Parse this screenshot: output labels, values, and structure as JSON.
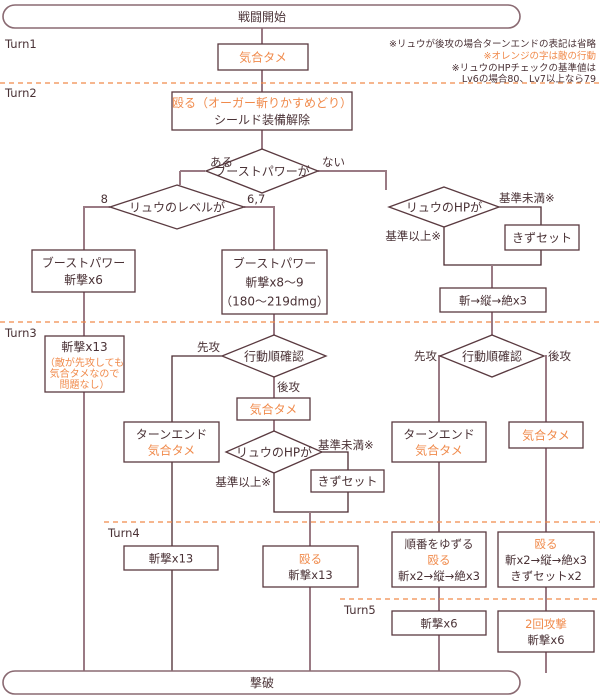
{
  "colors": {
    "line": "#9a7a84",
    "box_border": "#5a3a40",
    "text": "#4a3236",
    "enemy_action": "#f08a4b",
    "turn_divider": "#f08a4b"
  },
  "terminals": {
    "start": "戦闘開始",
    "end": "撃破"
  },
  "notes": [
    {
      "text": "※リュウが後攻の場合ターンエンドの表記は省略",
      "color": "dark"
    },
    {
      "text": "※オレンジの字は敵の行動",
      "color": "orange"
    },
    {
      "text": "※リュウのHPチェックの基準値は",
      "color": "dark"
    },
    {
      "text": "Lv6の場合80、Lv7以上なら79",
      "color": "dark"
    }
  ],
  "turns": [
    "Turn1",
    "Turn2",
    "Turn3",
    "Turn4",
    "Turn5"
  ],
  "nodes": {
    "t1_charge": {
      "lines": [
        {
          "text": "気合タメ",
          "color": "orange"
        }
      ]
    },
    "t2_attack": {
      "lines": [
        {
          "text": "殴る（オーガー斬りかすめどり）",
          "color": "orange"
        },
        {
          "text": "シールド装備解除",
          "color": "dark"
        }
      ]
    },
    "boost_decision": {
      "text": "ブーストパワーが"
    },
    "level_decision": {
      "text": "リュウのレベルが"
    },
    "hp_decision_a": {
      "text": "リュウのHPが"
    },
    "boost_lv8": {
      "lines": [
        {
          "text": "ブーストパワー",
          "color": "dark"
        },
        {
          "text": "斬撃x6",
          "color": "dark"
        }
      ]
    },
    "boost_lv67": {
      "lines": [
        {
          "text": "ブーストパワー",
          "color": "dark"
        },
        {
          "text": "斬撃x8〜9",
          "color": "dark"
        },
        {
          "text": "（180〜219dmg）",
          "color": "dark"
        }
      ]
    },
    "kizu_a": {
      "lines": [
        {
          "text": "きずセット",
          "color": "dark"
        }
      ]
    },
    "combo_a": {
      "lines": [
        {
          "text": "斬→縦→絶x3",
          "color": "dark"
        }
      ]
    },
    "t3_slash13": {
      "lines": [
        {
          "text": "斬撃x13",
          "color": "dark"
        },
        {
          "text": "（敵が先攻しても",
          "color": "orange"
        },
        {
          "text": "気合タメなので",
          "color": "orange"
        },
        {
          "text": "問題なし）",
          "color": "orange"
        }
      ]
    },
    "order_decision_b": {
      "text": "行動順確認"
    },
    "b_first_turnend": {
      "lines": [
        {
          "text": "ターンエンド",
          "color": "dark"
        },
        {
          "text": "気合タメ",
          "color": "orange"
        }
      ]
    },
    "b_second_charge": {
      "lines": [
        {
          "text": "気合タメ",
          "color": "orange"
        }
      ]
    },
    "hp_decision_b": {
      "text": "リュウのHPが"
    },
    "kizu_b": {
      "lines": [
        {
          "text": "きずセット",
          "color": "dark"
        }
      ]
    },
    "order_decision_c": {
      "text": "行動順確認"
    },
    "c_first_turnend": {
      "lines": [
        {
          "text": "ターンエンド",
          "color": "dark"
        },
        {
          "text": "気合タメ",
          "color": "orange"
        }
      ]
    },
    "c_second_charge": {
      "lines": [
        {
          "text": "気合タメ",
          "color": "orange"
        }
      ]
    },
    "t4_b_first": {
      "lines": [
        {
          "text": "斬撃x13",
          "color": "dark"
        }
      ]
    },
    "t4_b_second": {
      "lines": [
        {
          "text": "殴る",
          "color": "orange"
        },
        {
          "text": "斬撃x13",
          "color": "dark"
        }
      ]
    },
    "t4_c_first": {
      "lines": [
        {
          "text": "順番をゆずる",
          "color": "dark"
        },
        {
          "text": "殴る",
          "color": "orange"
        },
        {
          "text": "斬x2→縦→絶x3",
          "color": "dark"
        }
      ]
    },
    "t4_c_second": {
      "lines": [
        {
          "text": "殴る",
          "color": "orange"
        },
        {
          "text": "斬x2→縦→絶x3",
          "color": "dark"
        },
        {
          "text": "きずセットx2",
          "color": "dark"
        }
      ]
    },
    "t5_c_first": {
      "lines": [
        {
          "text": "斬撃x6",
          "color": "dark"
        }
      ]
    },
    "t5_c_second": {
      "lines": [
        {
          "text": "2回攻撃",
          "color": "orange"
        },
        {
          "text": "斬撃x6",
          "color": "dark"
        }
      ]
    }
  },
  "edge_labels": {
    "boost_yes": "ある",
    "boost_no": "ない",
    "level_8": "8",
    "level_67": "6,7",
    "hp_below_a": "基準未満※",
    "hp_above_a": "基準以上※",
    "order_first_b": "先攻",
    "order_second_b": "後攻",
    "hp_below_b": "基準未満※",
    "hp_above_b": "基準以上※",
    "order_first_c": "先攻",
    "order_second_c": "後攻"
  }
}
